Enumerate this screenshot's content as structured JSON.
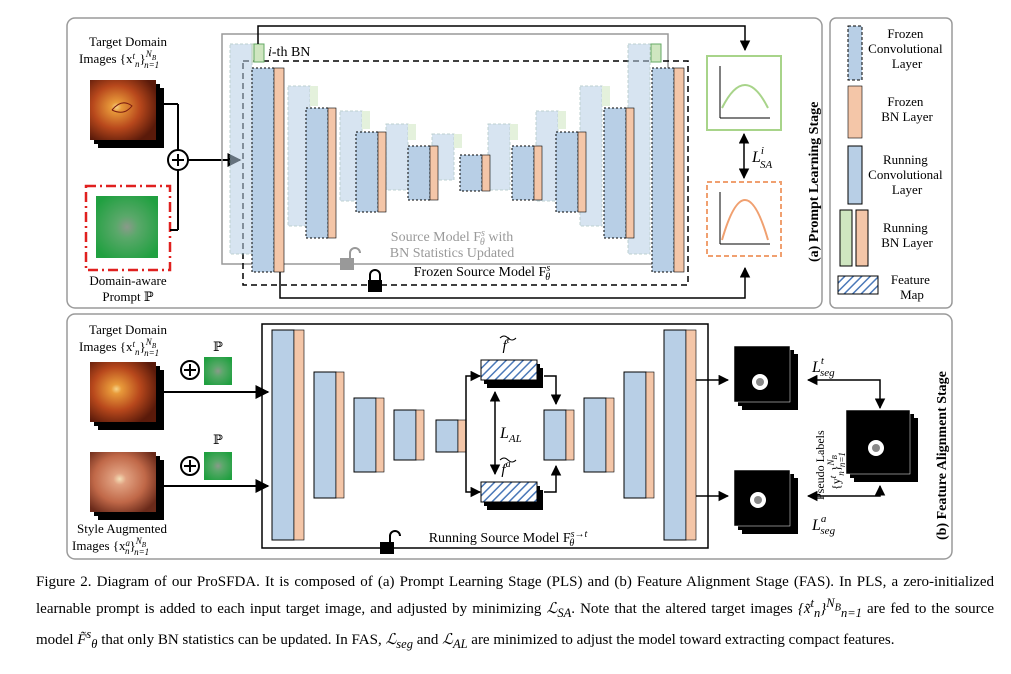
{
  "panels": {
    "pls": {
      "side_title": "(a) Prompt Learning Stage",
      "input_label_1": "Target Domain",
      "input_label_2": "Images {x",
      "input_label_3": "Domain-aware",
      "input_label_4": "Prompt ℙ",
      "ith_bn": "i-th BN",
      "gray_label_1": "Source Model F",
      "gray_label_2": "BN Statistics Updated",
      "frozen_label": "Frozen Source Model F",
      "loss": "L",
      "loss_sub": "SA",
      "loss_sup": "i"
    },
    "fas": {
      "side_title": "(b) Feature Alignment Stage",
      "target_label_1": "Target Domain",
      "target_label_2": "Images {x",
      "style_label_1": "Style Augmented",
      "style_label_2": "Images {x",
      "prompt_symbol": "ℙ",
      "running_label": "Running Source Model F",
      "f_t": "f",
      "f_a": "f",
      "loss_al": "L",
      "loss_seg_t": "L",
      "loss_seg_a": "L",
      "pseudo_1": "Pseudo Labels",
      "pseudo_2": "{y"
    }
  },
  "legend": {
    "frozen_conv": [
      "Frozen",
      "Convolutional",
      "Layer"
    ],
    "frozen_bn": [
      "Frozen",
      "BN Layer"
    ],
    "running_conv": [
      "Running",
      "Convolutional",
      "Layer"
    ],
    "running_bn": [
      "Running",
      "BN Layer"
    ],
    "feature_map": [
      "Feature",
      "Map"
    ]
  },
  "caption": {
    "p1": "Figure 2. Diagram of our ProSFDA. It is composed of (a) Prompt Learning Stage (PLS) and (b) Feature Alignment Stage (FAS). In PLS, a zero-initialized learnable prompt is added to each input target image, and adjusted by minimizing ",
    "l_sa": "ℒ",
    "l_sa_sub": "SA",
    "p2": ". Note that the altered target images ",
    "p3": " are fed to the source model ",
    "p4": " that only BN statistics can be updated. In FAS, ",
    "l_seg": "ℒ",
    "l_seg_sub": "seg",
    "p5": " and ",
    "l_al": "ℒ",
    "l_al_sub": "AL",
    "p6": " are minimized to adjust the model toward extracting compact features."
  },
  "colors": {
    "conv_blue": "#b8cfe6",
    "bn_peach": "#f4c6a8",
    "bn_green": "#cfe6c0",
    "prompt_red": "#e0201f",
    "curve_green": "#a8d48a",
    "curve_orange": "#f0a070"
  }
}
